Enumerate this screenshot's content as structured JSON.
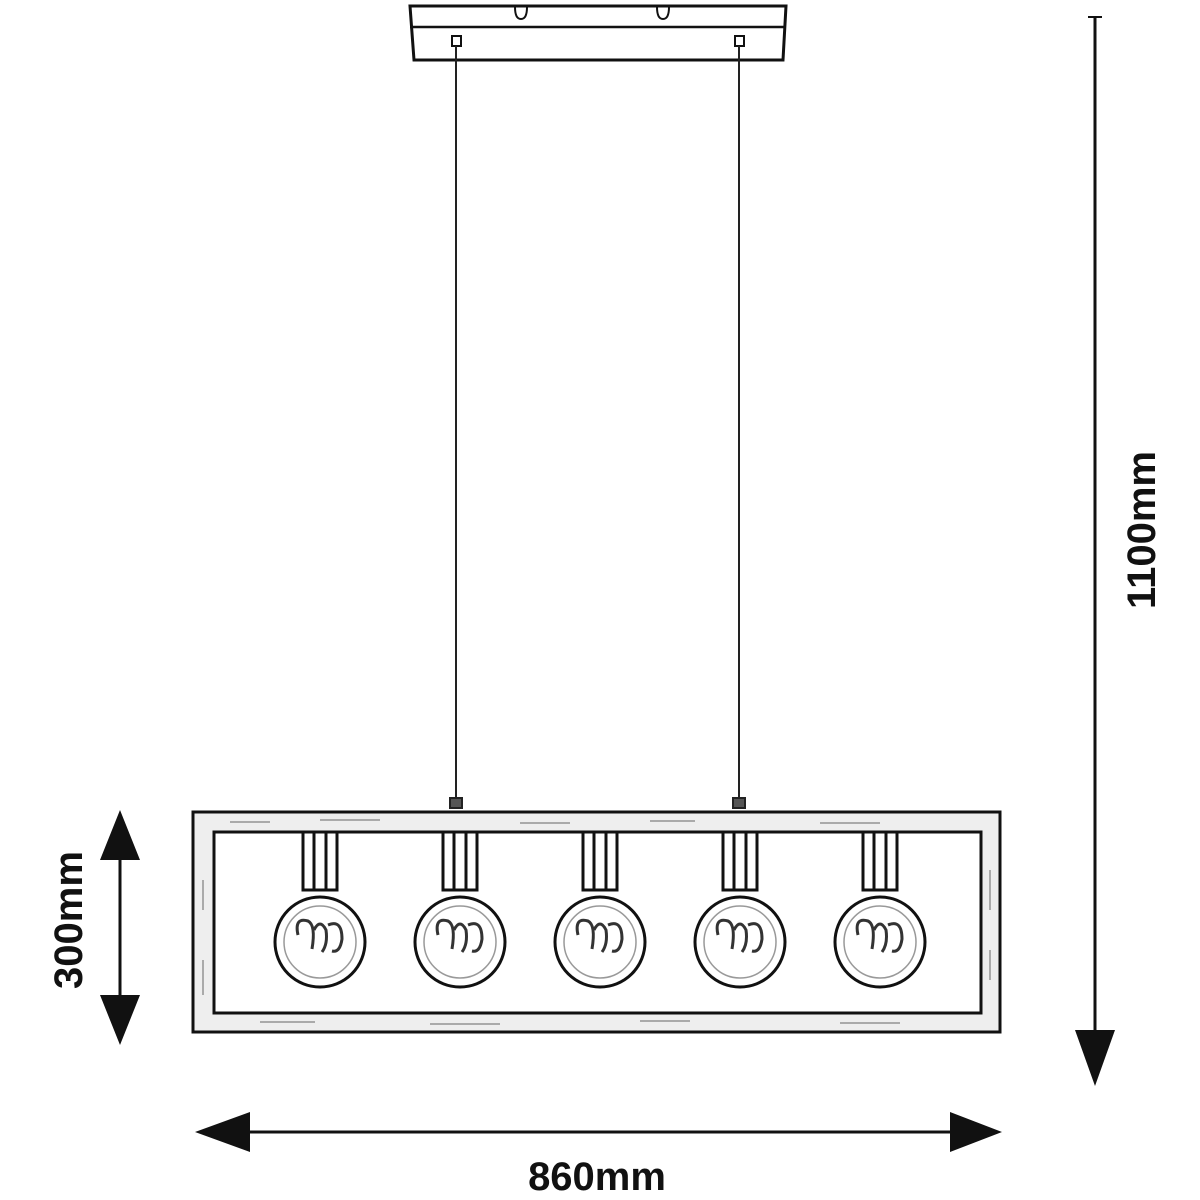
{
  "title": "Pendant lamp dimension drawing",
  "dimensions": {
    "height_total": "1100mm",
    "frame_height": "300mm",
    "width": "860mm"
  },
  "bulb_count": 5,
  "colors": {
    "line": "#111111",
    "background": "#ffffff",
    "wood_texture": "#bbbbbb"
  }
}
